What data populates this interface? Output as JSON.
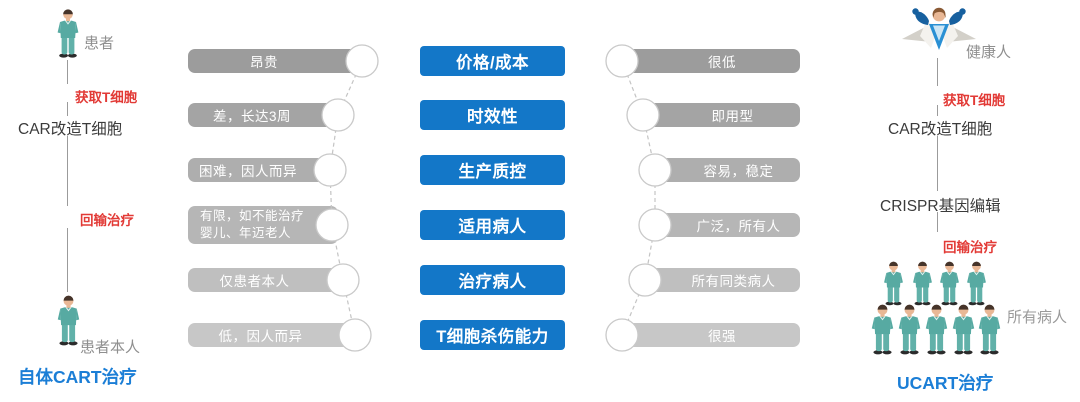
{
  "colors": {
    "blue": "#1377c8",
    "red": "#e23a36",
    "title_blue": "#1b7ed6",
    "bar_text": "#ffffff",
    "gray_label": "#8f8f8f",
    "dark_text": "#3b3b3b",
    "circle_stroke": "#c9c9c9",
    "dash": "#c4c4c4",
    "flow_line": "#9b9b9b",
    "bar_grays": [
      "#9c9c9c",
      "#a4a4a4",
      "#aeaeae",
      "#b6b6b6",
      "#bfbfbf",
      "#c7c7c7"
    ],
    "person_shirt": "#57aaa2",
    "person_pants": "#61b1a9",
    "person_skin": "#e9b896",
    "person_hair": "#46342a",
    "hero_wing": "#d3d0c9",
    "hero_blue": "#2a90d4",
    "hero_arm": "#17609f"
  },
  "left_flow": {
    "top_label": "患者",
    "step_acquire": "获取T细胞",
    "step_car": "CAR改造T细胞",
    "step_reinfuse": "回输治疗",
    "bottom_label": "患者本人",
    "title": "自体CART治疗"
  },
  "right_flow": {
    "top_label": "健康人",
    "step_acquire": "获取T细胞",
    "step_car": "CAR改造T细胞",
    "step_crispr": "CRISPR基因编辑",
    "step_reinfuse": "回输治疗",
    "crowd_label": "所有病人",
    "title": "UCART治疗"
  },
  "rows": [
    {
      "label": "价格/成本",
      "left": "昂贵",
      "right": "很低"
    },
    {
      "label": "时效性",
      "left": "差，长达3周",
      "right": "即用型"
    },
    {
      "label": "生产质控",
      "left": "困难，因人而异",
      "right": "容易，稳定"
    },
    {
      "label": "适用病人",
      "left": "有限，如不能治疗\n婴儿、年迈老人",
      "right": "广泛，所有人",
      "left_align": true
    },
    {
      "label": "治疗病人",
      "left": "仅患者本人",
      "right": "所有同类病人"
    },
    {
      "label": "T细胞杀伤能力",
      "left": "低，因人而异",
      "right": "很强"
    }
  ]
}
